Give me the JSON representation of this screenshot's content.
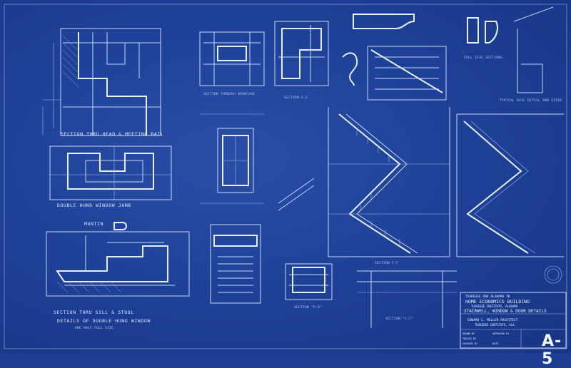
{
  "labels": {
    "sec_head": "SECTION THRU HEAD & MEETING RAIL",
    "dh_jamb": "DOUBLE HUNG WINDOW JAMB",
    "muntin": "MUNTIN",
    "sec_sill": "SECTION THRU SILL & STOOL",
    "details_dh": "DETAILS OF DOUBLE HUNG WINDOW",
    "half_full": "ONE HALF FULL SIZE",
    "sec_thru_bookcase": "SECTION THROUGH BOOKCASE",
    "sec_ee": "SECTION E-E",
    "sec_ff": "SECTION F-F",
    "sec_cc": "SECTION \"C-C\"",
    "sec_dd": "SECTION \"D-D\"",
    "typical_rail": "TYPICAL RAIL DETAIL AND STAIR",
    "full_size_rail": "FULL SIZE SECTIONS"
  },
  "title_block": {
    "line1": "TUSKEGEE AND ALABAMA IN",
    "line2": "HOME ECONOMICS BUILDING",
    "line3": "TUSKEGEE INSTITUTE, ALABAMA",
    "line4": "STAIRWELL, WINDOW & DOOR DETAILS",
    "architect": "EDWARD C. MILLER ARCHITECT",
    "architect_loc": "TUSKEGEE INSTITUTE, ALA.",
    "drawn": "DRAWN BY",
    "traced": "TRACED BY",
    "checked": "CHECKED BY",
    "approved": "APPROVED BY",
    "date": "DATE"
  },
  "sheet_number": "A-5"
}
